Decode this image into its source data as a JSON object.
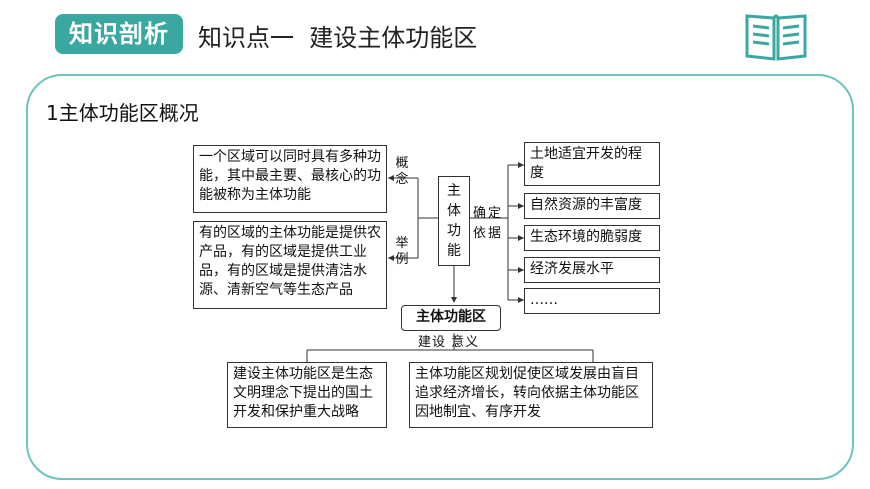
{
  "header": {
    "badge": "知识剖析",
    "title": "知识点一  建设主体功能区",
    "icon": "book-icon",
    "accent_color": "#3aa8a0"
  },
  "panel": {
    "title": "1主体功能区概况",
    "border_color": "#6cc4bd"
  },
  "diagram": {
    "concept_text": "一个区域可以同时具有多种功能，其中最主要、最核心的功能被称为主体功能",
    "example_text": "有的区域的主体功能是提供农产品，有的区域是提供工业品，有的区域是提供清洁水源、清新空气等生态产品",
    "concept_label": "概念",
    "example_label": "举例",
    "center_label": "主体功能",
    "basis_label": "确定依据",
    "basis_items": [
      "土地适宜开发的程度",
      "自然资源的丰富度",
      "生态环境的脆弱度",
      "经济发展水平",
      "……"
    ],
    "main_node": "主体功能区",
    "significance_label": "建设 意义",
    "significance_items": [
      "建设主体功能区是生态文明理念下提出的国土开发和保护重大战略",
      "主体功能区规划促使区域发展由盲目追求经济增长，转向依据主体功能区因地制宜、有序开发"
    ]
  }
}
